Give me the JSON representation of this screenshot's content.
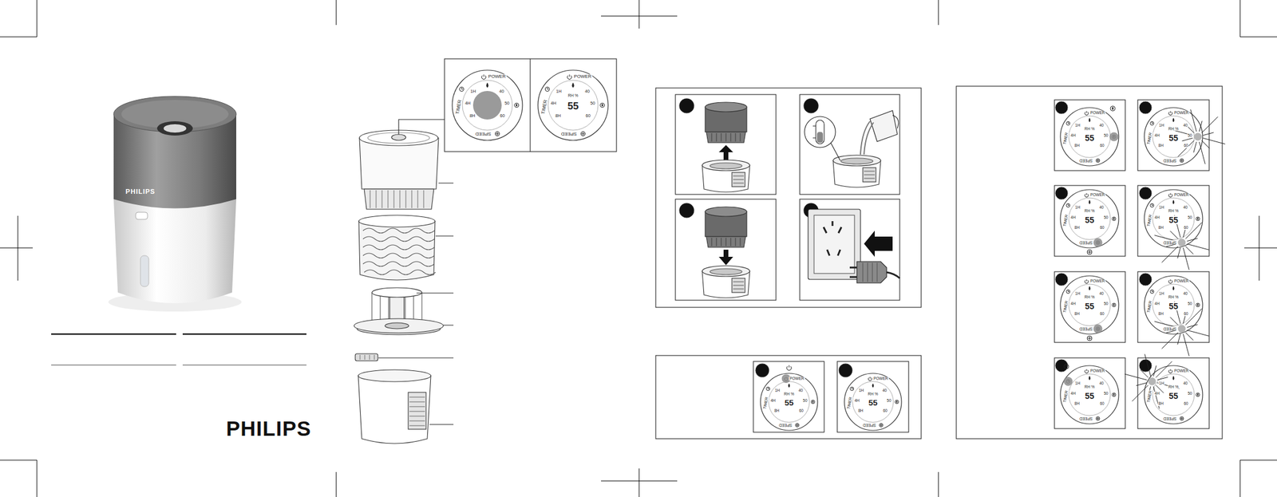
{
  "diagram": {
    "nodes": [
      {
        "text": [
          "POWER",
          "TIMER",
          "SPEED",
          "40",
          "50",
          "60",
          "1H",
          "4H",
          "8H"
        ]
      },
      {
        "text": [
          "POWER",
          "TIMER",
          "SPEED",
          "RH %",
          "55",
          "40",
          "50",
          "60",
          "1H",
          "4H",
          "8H"
        ]
      },
      {
        "text": [
          "POWER",
          "TIMER",
          "SPEED",
          "RH %",
          "55",
          "40",
          "50",
          "60",
          "1H",
          "4H",
          "8H"
        ]
      },
      {
        "text": [
          "POWER",
          "TIMER",
          "SPEED",
          "RH %",
          "55",
          "40",
          "50",
          "60",
          "1H",
          "4H",
          "8H"
        ]
      },
      {
        "text": [
          "POWER",
          "TIMER",
          "SPEED",
          "RH %",
          "55",
          "40",
          "50",
          "60",
          "1H",
          "4H",
          "8H"
        ]
      },
      {
        "text": [
          "POWER",
          "TIMER",
          "SPEED",
          "RH %",
          "55",
          "40",
          "50",
          "60",
          "1H",
          "4H",
          "8H"
        ]
      },
      {
        "text": [
          "POWER",
          "TIMER",
          "SPEED",
          "RH %",
          "55",
          "40",
          "50",
          "60",
          "1H",
          "4H",
          "8H"
        ]
      },
      {
        "text": [
          "POWER",
          "TIMER",
          "SPEED",
          "RH %",
          "55",
          "40",
          "50",
          "60",
          "1H",
          "4H",
          "8H"
        ]
      },
      {
        "text": [
          "POWER",
          "TIMER",
          "SPEED",
          "RH %",
          "55",
          "40",
          "50",
          "60",
          "1H",
          "4H",
          "8H"
        ]
      },
      {
        "text": [
          "POWER",
          "TIMER",
          "SPEED",
          "RH %",
          "55",
          "40",
          "50",
          "60",
          "1H",
          "4H",
          "8H"
        ]
      },
      {
        "text": [
          "POWER",
          "TIMER",
          "SPEED",
          "RH %",
          "55",
          "40",
          "50",
          "60",
          "1H",
          "4H",
          "8H"
        ]
      },
      {
        "text": [
          "POWER",
          "TIMER",
          "SPEED",
          "RH %",
          "55",
          "40",
          "50",
          "60",
          "1H",
          "4H",
          "8H"
        ]
      }
    ],
    "labels": [
      "PHILIPS",
      "PHILIPS"
    ]
  }
}
